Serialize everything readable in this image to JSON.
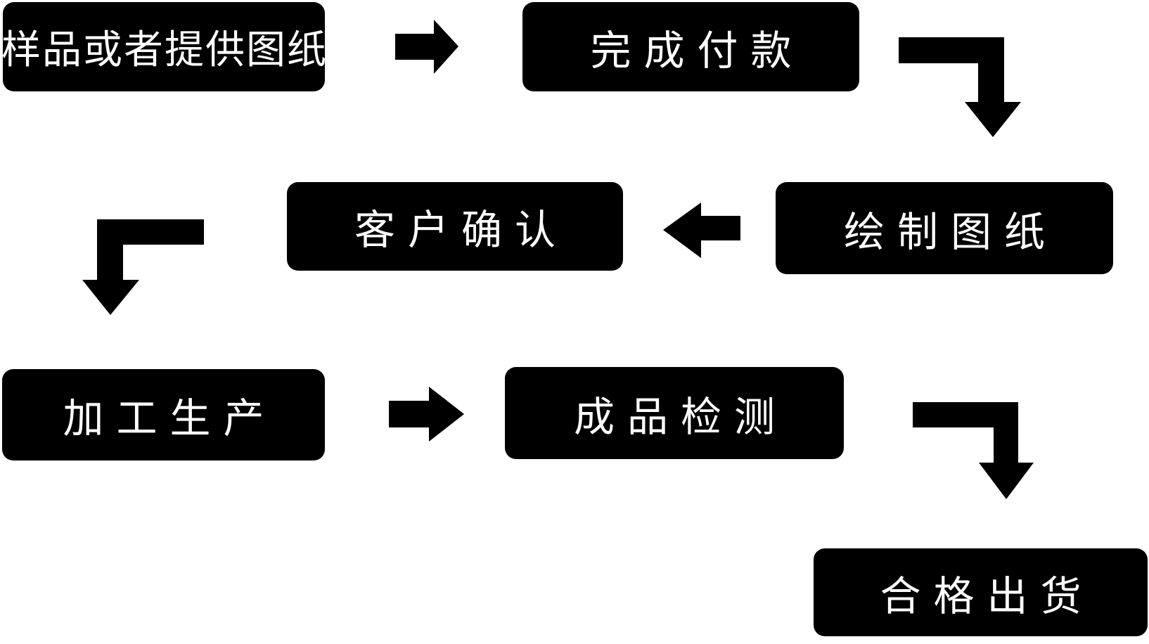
{
  "diagram": {
    "type": "flowchart",
    "colors": {
      "node_background": "#000000",
      "node_text": "#ffffff",
      "arrow": "#000000",
      "canvas_background": "#ffffff"
    },
    "nodes": [
      {
        "id": "step-1",
        "label": "样品或者提供图纸"
      },
      {
        "id": "step-2",
        "label": "完成付款"
      },
      {
        "id": "step-3",
        "label": "客户确认"
      },
      {
        "id": "step-4",
        "label": "绘制图纸"
      },
      {
        "id": "step-5",
        "label": "加工生产"
      },
      {
        "id": "step-6",
        "label": "成品检测"
      },
      {
        "id": "step-7",
        "label": "合格出货"
      }
    ],
    "edges": [
      {
        "from": "step-1",
        "to": "step-2",
        "shape": "straight-right"
      },
      {
        "from": "step-2",
        "to": "step-4",
        "shape": "elbow-right-then-down"
      },
      {
        "from": "step-4",
        "to": "step-3",
        "shape": "straight-left"
      },
      {
        "from": "step-3",
        "to": "step-5",
        "shape": "elbow-left-then-down"
      },
      {
        "from": "step-5",
        "to": "step-6",
        "shape": "straight-right"
      },
      {
        "from": "step-6",
        "to": "step-7",
        "shape": "elbow-right-then-down"
      }
    ]
  }
}
